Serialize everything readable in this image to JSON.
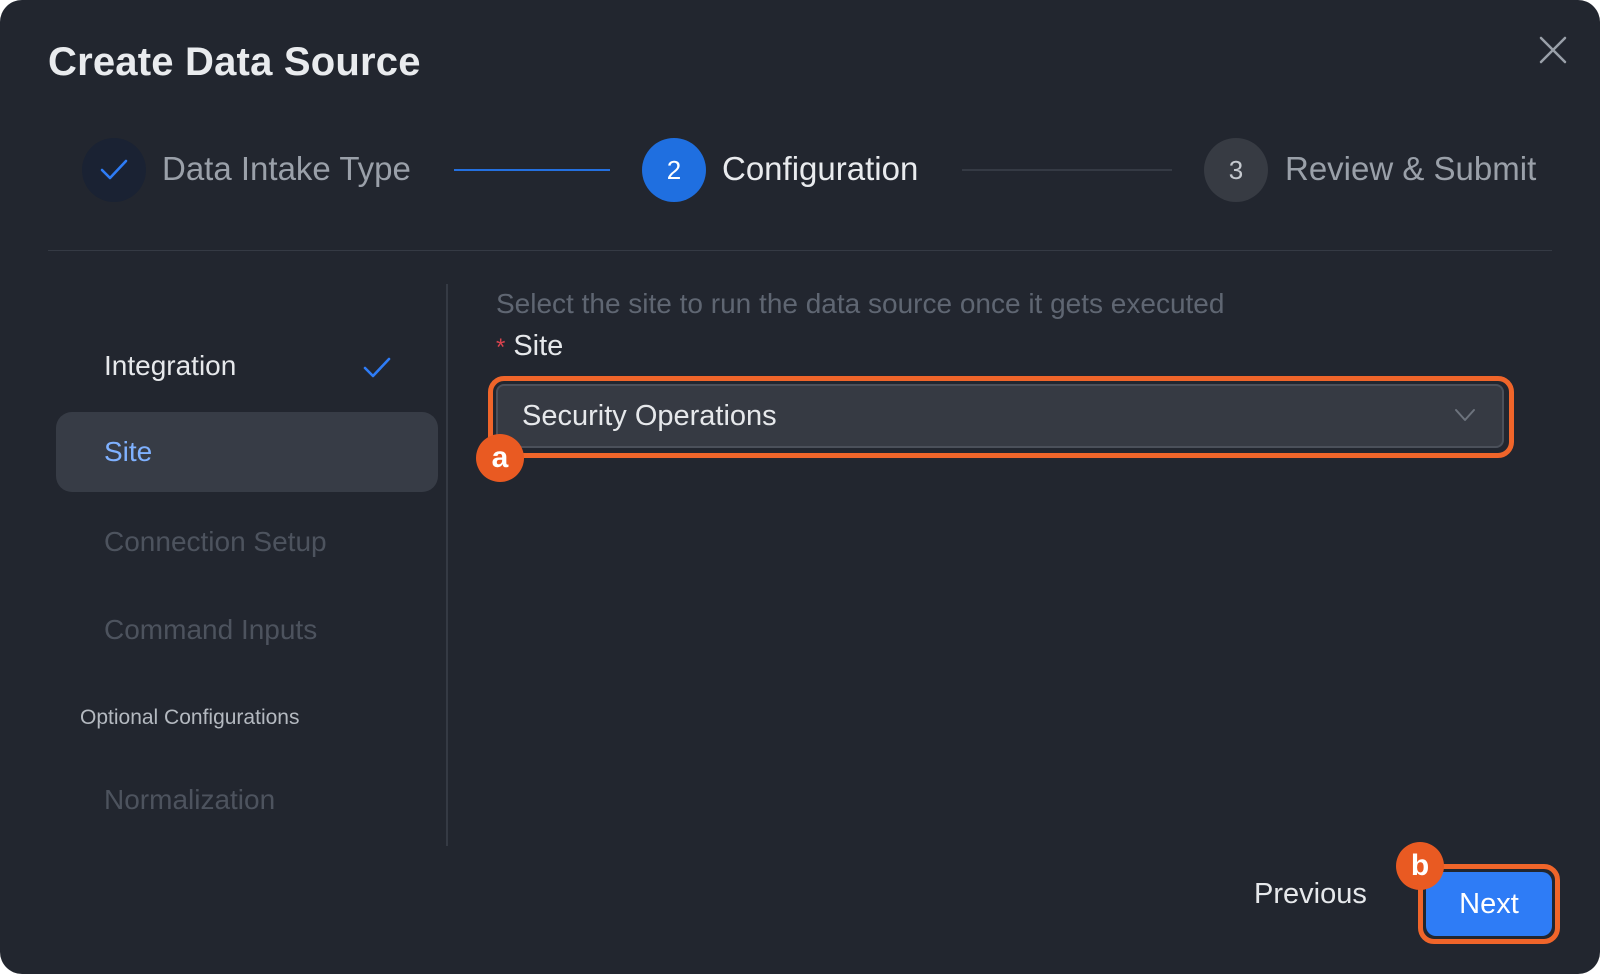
{
  "dialog": {
    "title": "Create Data Source",
    "close_icon": "close-icon"
  },
  "stepper": {
    "steps": [
      {
        "number": "",
        "label": "Data Intake Type",
        "status": "completed",
        "icon": "check-icon"
      },
      {
        "number": "2",
        "label": "Configuration",
        "status": "active"
      },
      {
        "number": "3",
        "label": "Review & Submit",
        "status": "pending"
      }
    ]
  },
  "sidebar": {
    "items": [
      {
        "label": "Integration",
        "status": "completed",
        "icon": "check-icon"
      },
      {
        "label": "Site",
        "status": "active"
      },
      {
        "label": "Connection Setup",
        "status": "disabled"
      },
      {
        "label": "Command Inputs",
        "status": "disabled"
      }
    ],
    "section_heading": "Optional Configurations",
    "optional_items": [
      {
        "label": "Normalization",
        "status": "disabled"
      }
    ]
  },
  "form": {
    "description": "Select the site to run the data source once it gets executed",
    "required_marker": "*",
    "site_label": "Site",
    "site_value": "Security Operations",
    "site_chevron_icon": "chevron-down-icon"
  },
  "annotations": {
    "a": "a",
    "b": "b"
  },
  "footer": {
    "previous_label": "Previous",
    "next_label": "Next"
  },
  "colors": {
    "background": "#22262f",
    "accent": "#2e7cf6",
    "active_step": "#1f6fe0",
    "highlight": "#f0652a",
    "required": "#d9434e"
  }
}
